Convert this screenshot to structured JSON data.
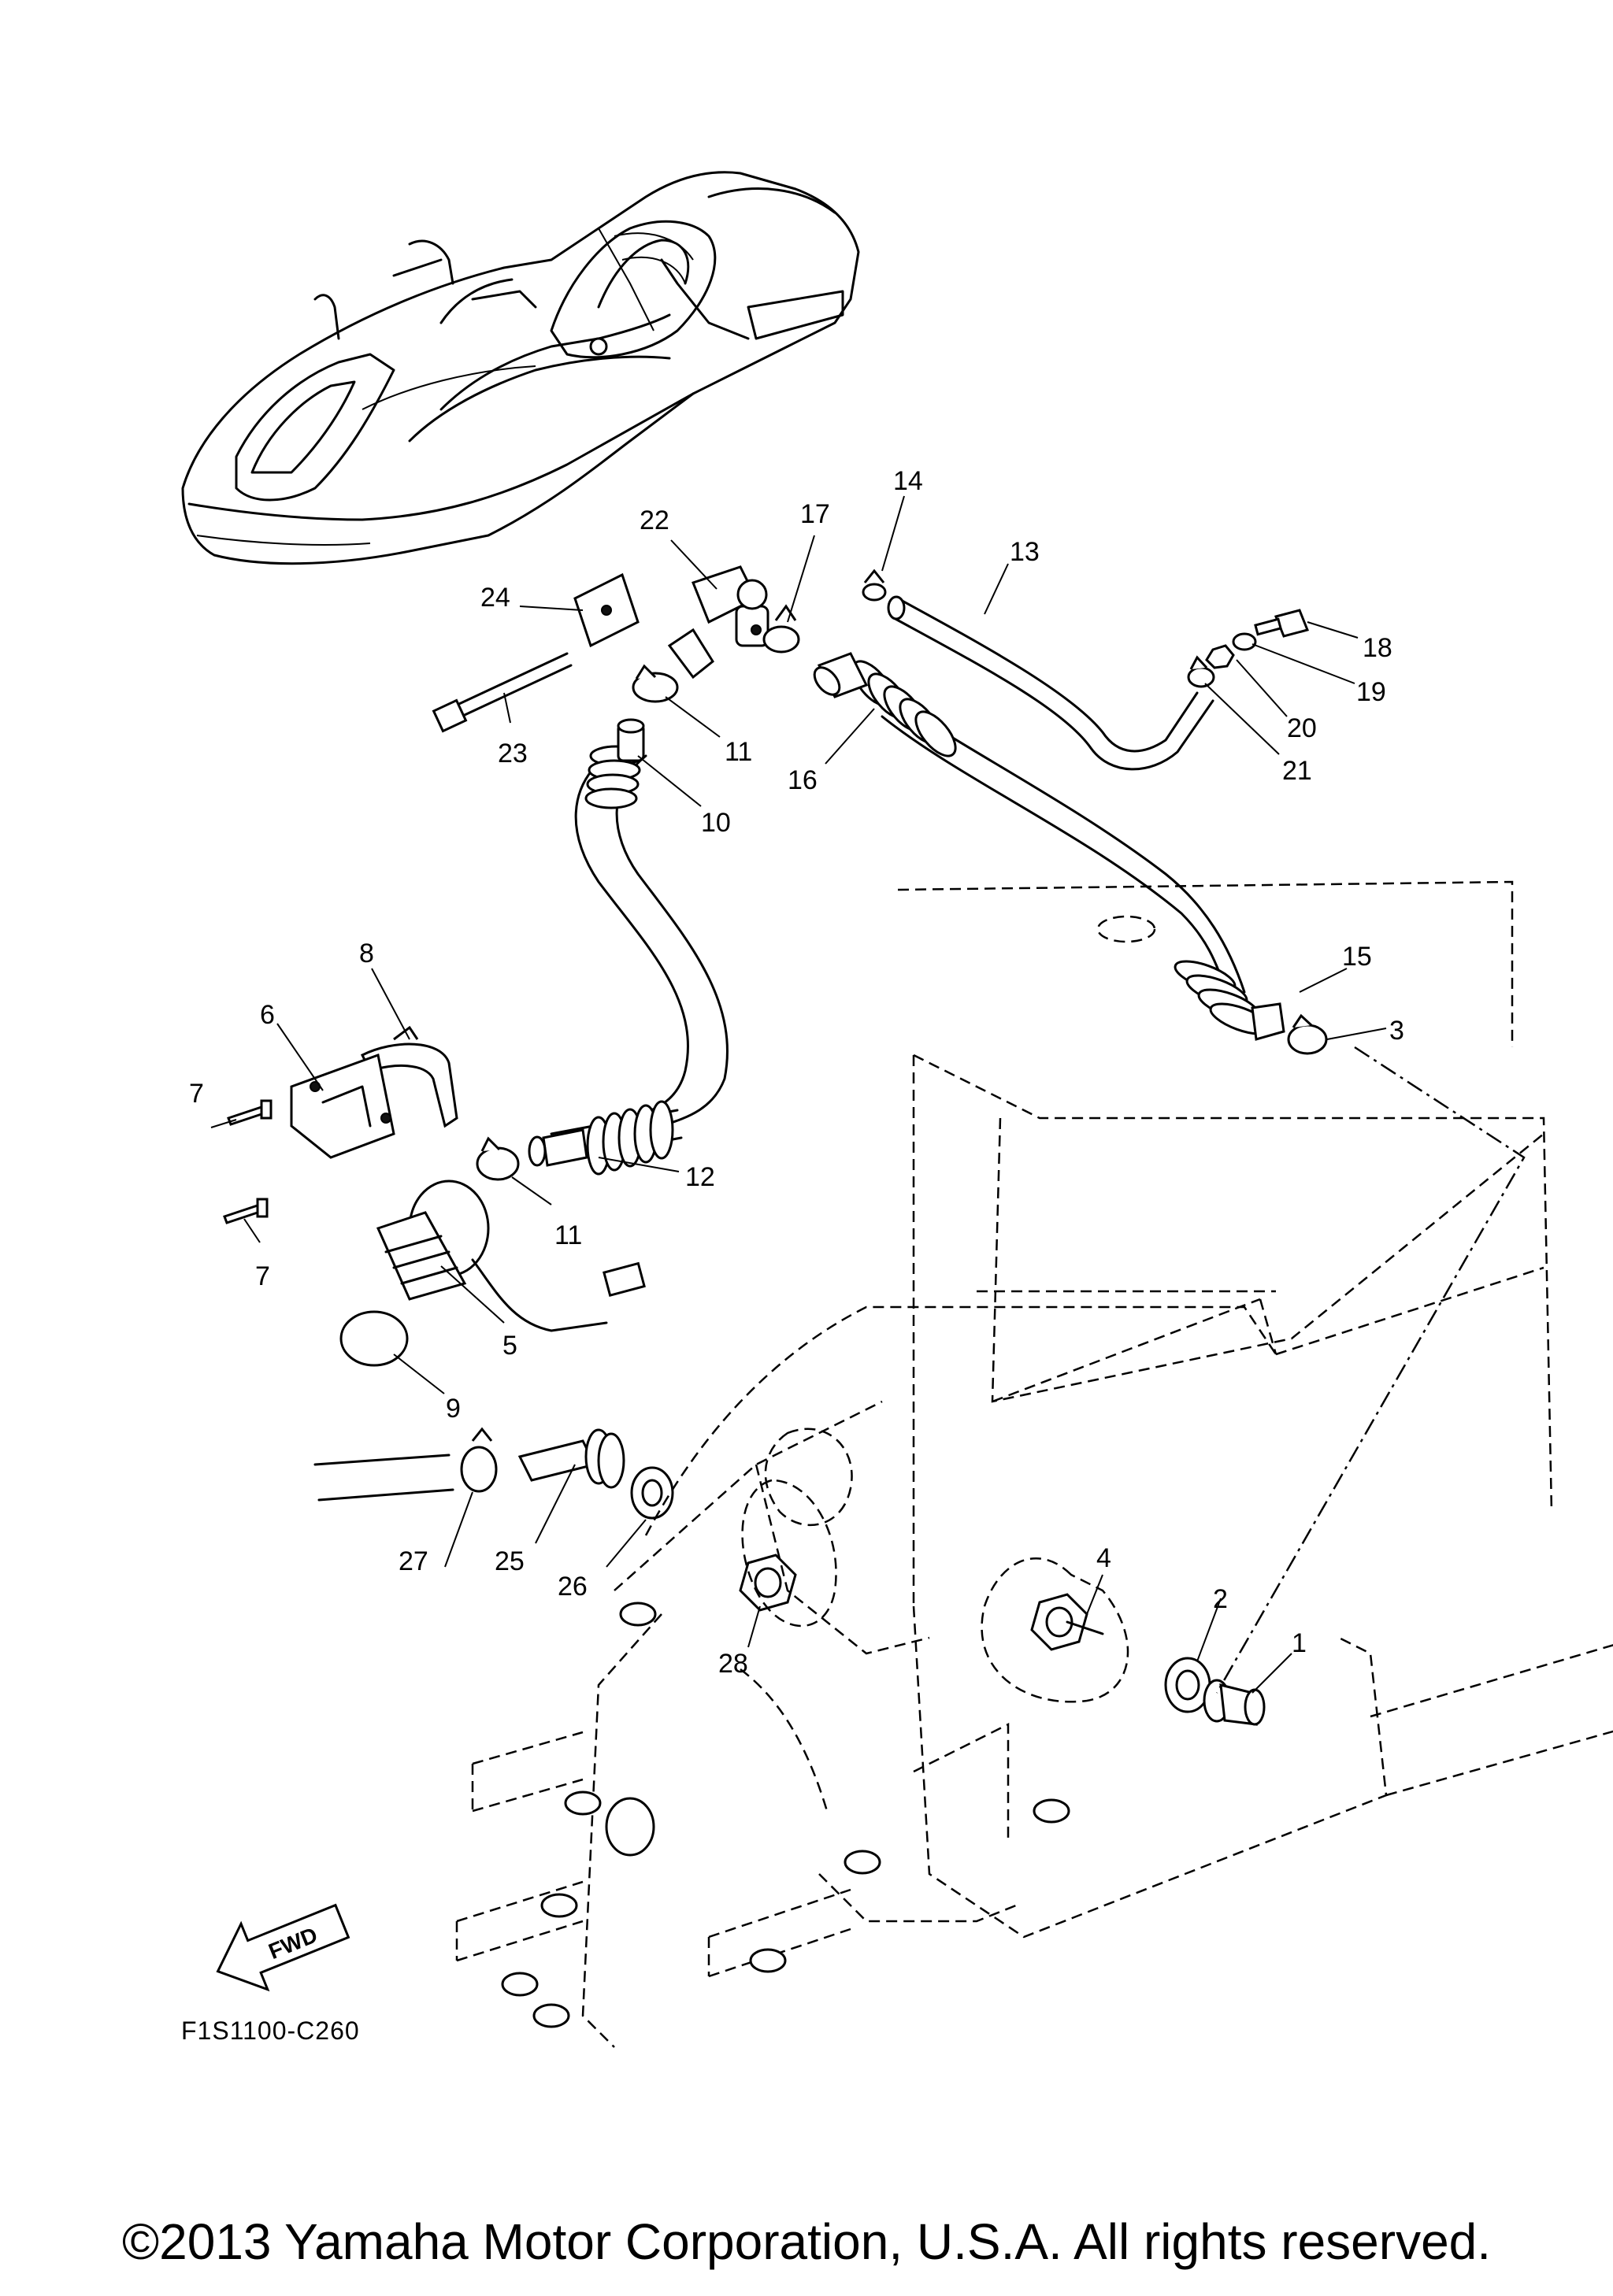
{
  "diagram": {
    "code": "F1S1100-C260",
    "fwd_label": "FWD",
    "callouts": [
      {
        "id": "c1",
        "label": "1"
      },
      {
        "id": "c2",
        "label": "2"
      },
      {
        "id": "c3",
        "label": "3"
      },
      {
        "id": "c4",
        "label": "4"
      },
      {
        "id": "c5",
        "label": "5"
      },
      {
        "id": "c6",
        "label": "6"
      },
      {
        "id": "c7a",
        "label": "7"
      },
      {
        "id": "c7b",
        "label": "7"
      },
      {
        "id": "c8",
        "label": "8"
      },
      {
        "id": "c9",
        "label": "9"
      },
      {
        "id": "c10",
        "label": "10"
      },
      {
        "id": "c11a",
        "label": "11"
      },
      {
        "id": "c11b",
        "label": "11"
      },
      {
        "id": "c12",
        "label": "12"
      },
      {
        "id": "c13",
        "label": "13"
      },
      {
        "id": "c14",
        "label": "14"
      },
      {
        "id": "c15",
        "label": "15"
      },
      {
        "id": "c16",
        "label": "16"
      },
      {
        "id": "c17",
        "label": "17"
      },
      {
        "id": "c18",
        "label": "18"
      },
      {
        "id": "c19",
        "label": "19"
      },
      {
        "id": "c20",
        "label": "20"
      },
      {
        "id": "c21",
        "label": "21"
      },
      {
        "id": "c22",
        "label": "22"
      },
      {
        "id": "c23",
        "label": "23"
      },
      {
        "id": "c24",
        "label": "24"
      },
      {
        "id": "c25",
        "label": "25"
      },
      {
        "id": "c26",
        "label": "26"
      },
      {
        "id": "c27",
        "label": "27"
      },
      {
        "id": "c28",
        "label": "28"
      }
    ]
  },
  "footer": {
    "copyright": "©2013 Yamaha Motor Corporation, U.S.A. All rights reserved."
  }
}
